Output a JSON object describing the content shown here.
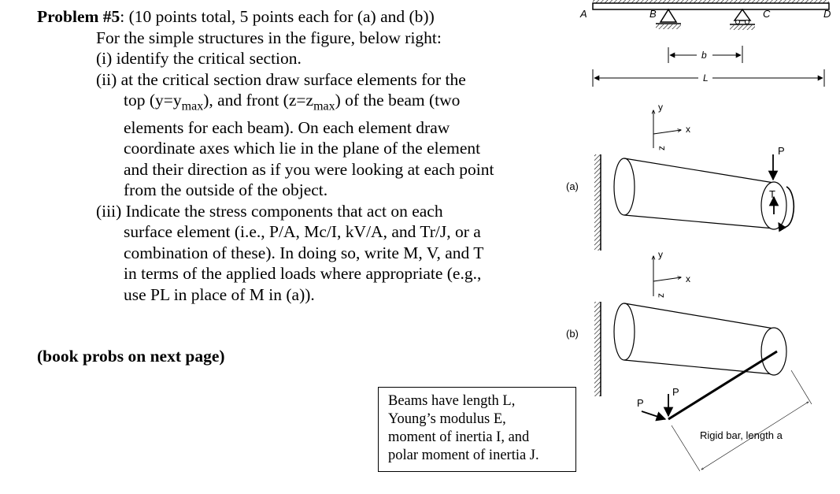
{
  "problem": {
    "heading": "Problem #5",
    "heading_rest": ": (10 points total, 5 points each for (a) and (b))",
    "intro": "For the simple structures in the figure, below right:",
    "item_i": "(i) identify the critical section.",
    "item_ii_a": "(ii) at the critical section draw surface elements for the",
    "item_ii_b1": "top (y=y",
    "item_ii_b_sub1": "max",
    "item_ii_b2": "), and front (z=z",
    "item_ii_b_sub2": "max",
    "item_ii_b3": ") of the beam (two",
    "item_ii_c": "elements for each beam). On each element draw",
    "item_ii_d": "coordinate axes which lie in the plane of the element",
    "item_ii_e": "and their direction as if you were looking at each point",
    "item_ii_f": "from the outside of the object.",
    "item_iii_a": "(iii) Indicate the stress components that act on each",
    "item_iii_b": "surface element (i.e., P/A, Mc/I, kV/A, and Tr/J, or a",
    "item_iii_c": "combination of these). In doing so, write M, V, and T",
    "item_iii_d": "in terms of the applied loads where appropriate (e.g.,",
    "item_iii_e": "use PL in place of M in (a))."
  },
  "next_page": "(book probs on next page)",
  "note": {
    "line1": "Beams have length L,",
    "line2": "Young’s modulus E,",
    "line3": "moment of inertia I, and",
    "line4": "polar moment of inertia J."
  },
  "figure": {
    "labels": {
      "A": "A",
      "B": "B",
      "C": "C",
      "D": "D",
      "b": "b",
      "L": "L",
      "a_label": "(a)",
      "b_label": "(b)",
      "y": "y",
      "x": "x",
      "z": "z",
      "P": "P",
      "T": "T",
      "rigid_bar": "Rigid bar, length a"
    }
  }
}
